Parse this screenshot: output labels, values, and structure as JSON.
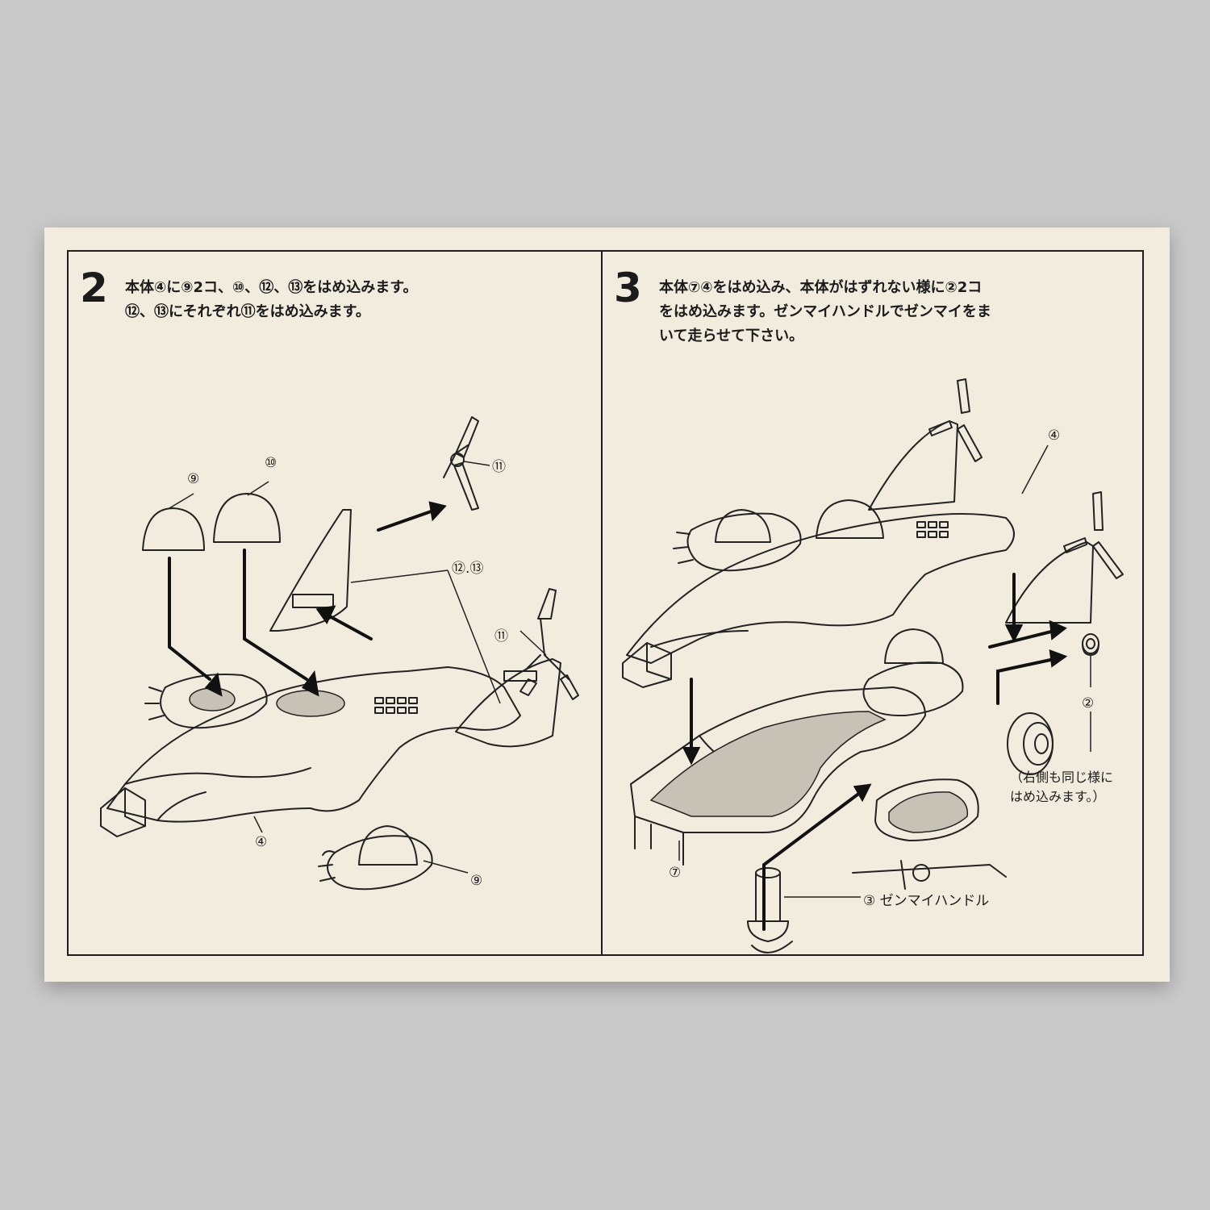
{
  "step2": {
    "number": "2",
    "line1": "本体④に⑨2コ、⑩、⑫、⑬をはめ込みます。",
    "line2": "⑫、⑬にそれぞれ⑪をはめ込みます。",
    "labels": {
      "part9a": "⑨",
      "part10": "⑩",
      "part11a": "⑪",
      "part1213": "⑫.⑬",
      "part11b": "⑪",
      "part4": "④",
      "part9b": "⑨"
    }
  },
  "step3": {
    "number": "3",
    "line1": "本体⑦④をはめ込み、本体がはずれない様に②2コ",
    "line2": "をはめ込みます。ゼンマイハンドルでゼンマイをま",
    "line3": "いて走らせて下さい。",
    "labels": {
      "part4": "④",
      "part2": "②",
      "part7": "⑦",
      "part3": "③ ゼンマイハンドル"
    },
    "note_line1": "（右側も同じ様に",
    "note_line2": "はめ込みます。）"
  }
}
